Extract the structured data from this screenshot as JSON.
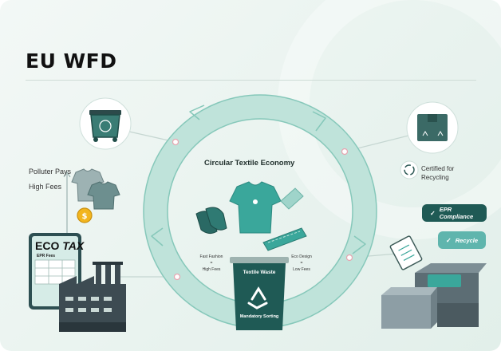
{
  "header": {
    "title": "EU WFD"
  },
  "ring": {
    "title": "Circular Textile Economy"
  },
  "left_panel": {
    "polluter_pays": "Polluter Pays",
    "high_fees": "High Fees",
    "tablet_title_prefix": "ECO",
    "tablet_title_suffix": "TAX",
    "tablet_subtitle": "EPR Fees"
  },
  "center": {
    "fast_fashion_line1": "Fast Fashion",
    "fast_fashion_eq": "=",
    "fast_fashion_line2": "High Fees",
    "eco_design_line1": "Eco Design",
    "eco_design_eq": "=",
    "eco_design_line2": "Low Fees",
    "bin_title": "Textile Waste",
    "bin_subtitle": "Mandatory Sorting"
  },
  "right_panel": {
    "certified_line1": "Certified for",
    "certified_line2": "Recycling",
    "badges": [
      {
        "label": "EPR Compliance",
        "icon": "check-icon"
      },
      {
        "label": "Recycle",
        "icon": "check-icon"
      }
    ]
  },
  "colors": {
    "dark_teal": "#1f5a55",
    "ring_teal": "#bfe3da",
    "ring_stroke": "#7fc7b8",
    "mid_teal": "#5fb5ad",
    "shirt_teal": "#3aa79b",
    "factory_gray": "#3d4b52",
    "coin_gold": "#f2b51d"
  }
}
